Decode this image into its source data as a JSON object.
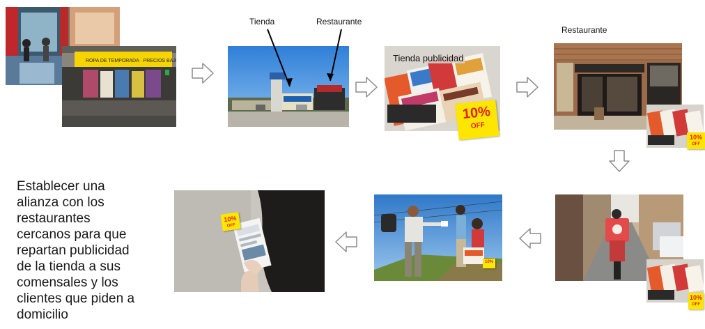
{
  "labels": {
    "tienda": "Tienda",
    "restaurante_1": "Restaurante",
    "tienda_publicidad": "Tienda publicidad",
    "restaurante_2": "Restaurante"
  },
  "description": "Establecer una\nalianza con los\nrestaurantes\ncercanos para que\nrepartan publicidad\nde la tienda a sus\ncomensales y los\nclientes que piden a\ndomicilio",
  "sticker": {
    "percent": "10%",
    "off": "OFF"
  },
  "colors": {
    "arrow_fill": "#ffffff",
    "arrow_stroke": "#8c8c8c",
    "sticker": "#ffe600",
    "sticker_text": "#e2231a"
  },
  "icons": [
    "right-arrow-icon",
    "down-arrow-icon",
    "left-arrow-icon"
  ]
}
